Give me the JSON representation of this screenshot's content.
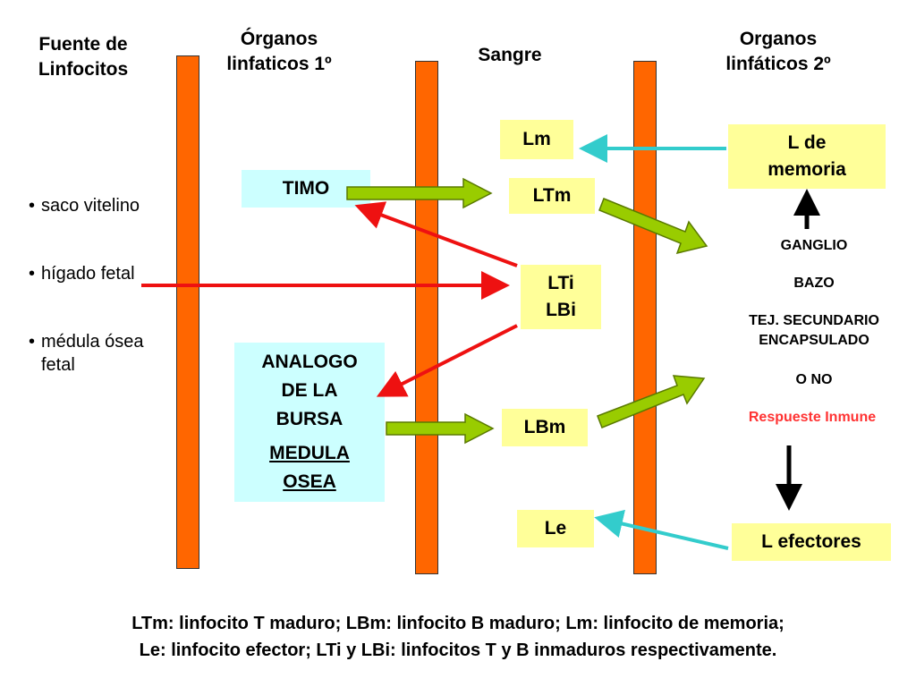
{
  "headers": {
    "fuente": "Fuente de Linfocitos",
    "primarios": "Órganos linfaticos 1º",
    "sangre": "Sangre",
    "secundarios": "Organos linfáticos 2º"
  },
  "sources": [
    "saco vitelino",
    "hígado fetal",
    "médula ósea fetal"
  ],
  "boxes": {
    "timo": "TIMO",
    "analogo": "ANALOGO DE LA BURSA",
    "medula": "MEDULA OSEA",
    "lm": "Lm",
    "ltm": "LTm",
    "lti": "LTi",
    "lbi": "LBi",
    "lbm": "LBm",
    "le": "Le",
    "l_memoria": "L de memoria",
    "l_efectores": "L efectores"
  },
  "secondary": {
    "ganglio": "GANGLIO",
    "bazo": "BAZO",
    "tejido": "TEJ. SECUNDARIO ENCAPSULADO",
    "ono": "O NO",
    "respuesta": "Respueste Inmune"
  },
  "footer": {
    "line1": "LTm: linfocito T maduro; LBm: linfocito B maduro; Lm: linfocito de memoria;",
    "line2": "Le: linfocito efector; LTi y LBi: linfocitos T y B inmaduros respectivamente."
  },
  "colors": {
    "bar": "#ff6600",
    "yellow": "#ffff99",
    "cyan": "#ccffff",
    "red_arrow": "#ee1111",
    "green_arrow": "#99cc00",
    "teal_arrow": "#33cccc",
    "respuesta": "#ff3333"
  }
}
